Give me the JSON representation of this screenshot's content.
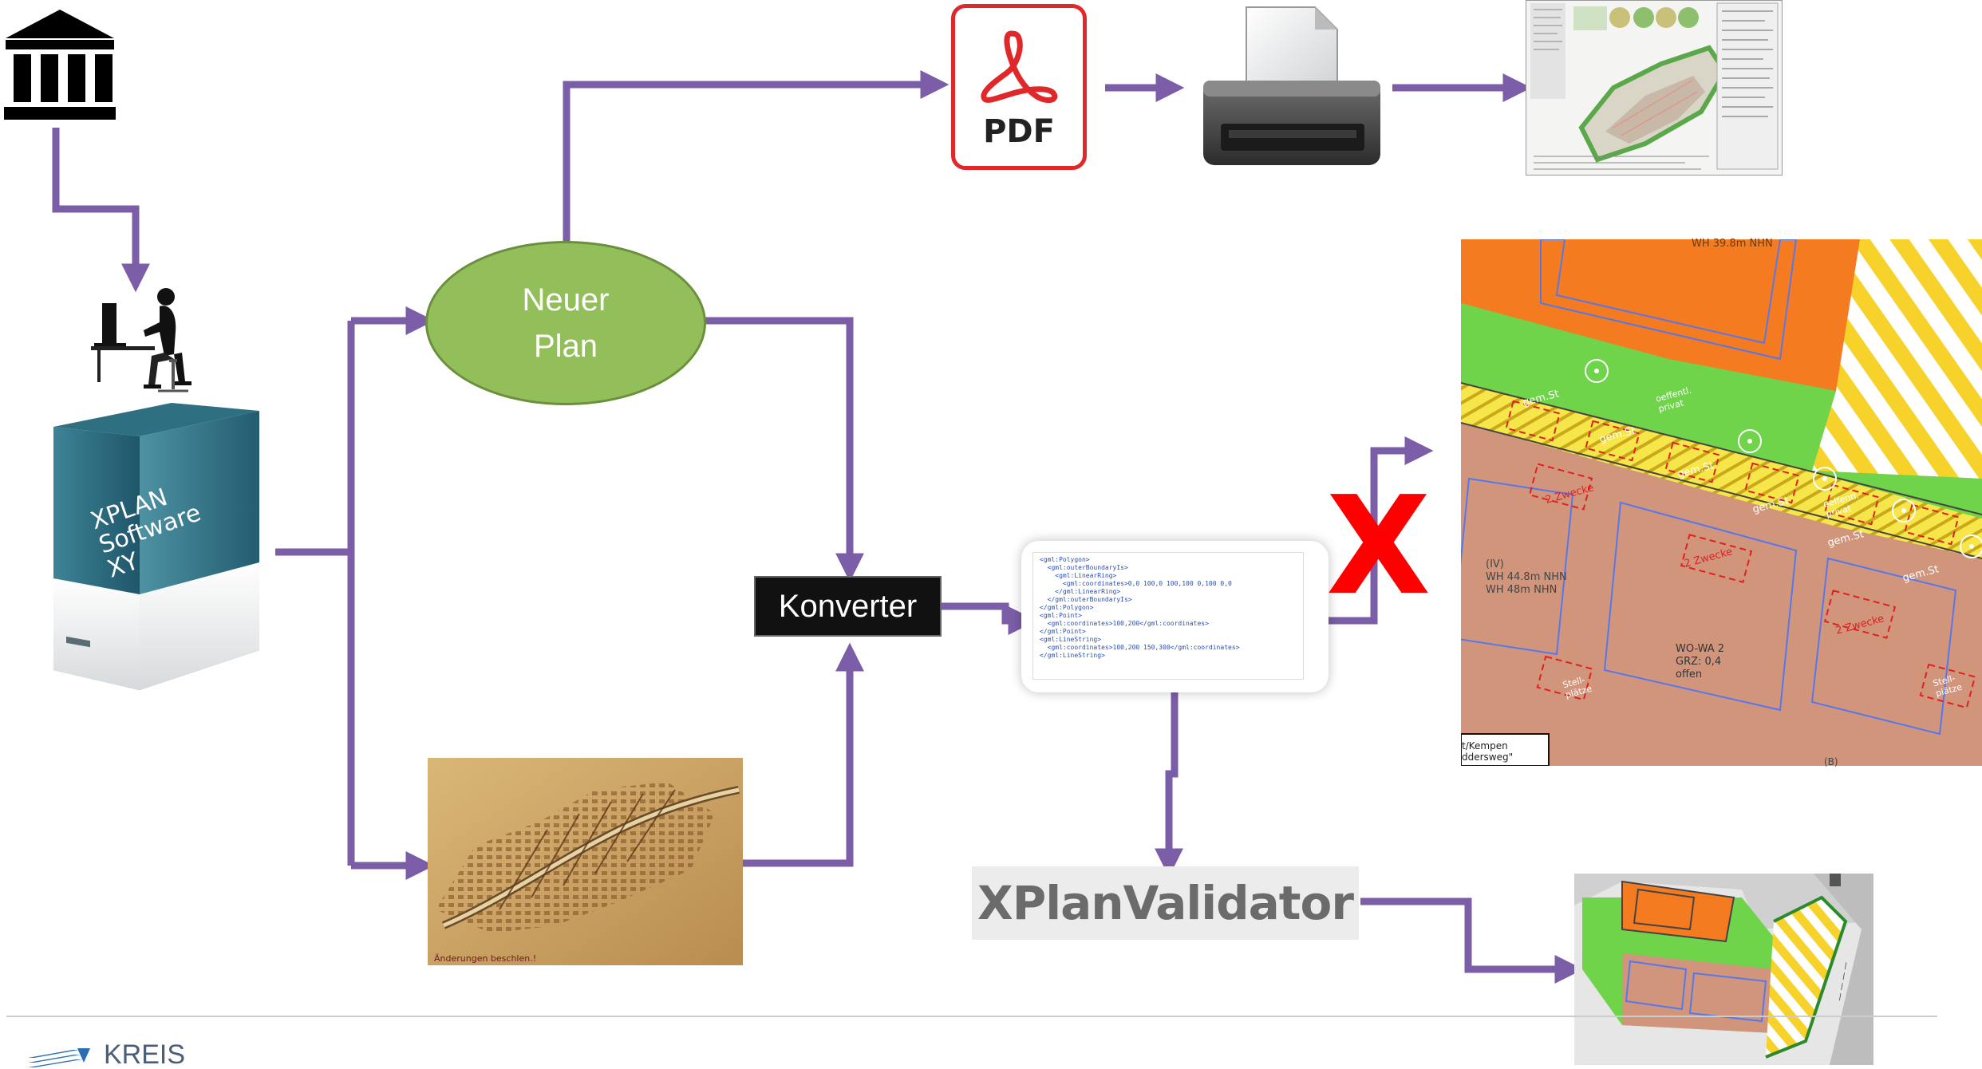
{
  "diagram": {
    "neuer_plan": "Neuer\nPlan",
    "konverter": "Konverter",
    "pdf": "PDF",
    "box_text": "XPLAN\nSoftware\nXY",
    "validator": "XPlanValidator",
    "reject_mark": "X",
    "footer_logo": "KREIS"
  },
  "xml_lines": [
    "<gml:Polygon>",
    "  <gml:outerBoundaryIs>",
    "    <gml:LinearRing>",
    "      <gml:coordinates>0,0 100,0 100,100 0,100 0,0",
    "    </gml:LinearRing>",
    "  </gml:outerBoundaryIs>",
    "</gml:Polygon>",
    "<gml:Point>",
    "  <gml:coordinates>100,200</gml:coordinates>",
    "</gml:Point>",
    "<gml:LineString>",
    "  <gml:coordinates>100,200 150,300</gml:coordinates>",
    "</gml:LineString>"
  ],
  "map_labels": {
    "wh_top": "WH 39.8m NHN",
    "gemst": "gem.St",
    "zweck": "2 Zwecke",
    "oeff": "oeffentl. privat",
    "iv": "(IV)",
    "wh1": "WH 44.8m NHN",
    "wh2": "WH 48m NHN",
    "wo": "WO-WA 2",
    "grz": "GRZ: 0,4",
    "offen": "offen",
    "stell": "Stell-\nplätze",
    "kempen": "t/Kempen",
    "dersweg": "ddersweg\"",
    "bo": "(B)"
  },
  "colors": {
    "arrow": "#7b5ea7",
    "ellipse": "#93bf5a",
    "ellipse_border": "#6b8f3c",
    "konverter": "#111111",
    "x_red": "#ff0000",
    "pdf_red": "#e0282b",
    "map_orange": "#f47b20",
    "map_brown": "#d1957c",
    "map_green": "#6fd44a",
    "map_yellow": "#f7d22a"
  },
  "icons": [
    "institution-icon",
    "person-at-computer-icon",
    "software-box-icon",
    "pdf-file-icon",
    "printer-icon",
    "plan-document-thumbnail",
    "historic-map-image",
    "xml-document-icon",
    "zoning-map-image",
    "site-plan-thumbnail",
    "kreis-logo-icon"
  ]
}
